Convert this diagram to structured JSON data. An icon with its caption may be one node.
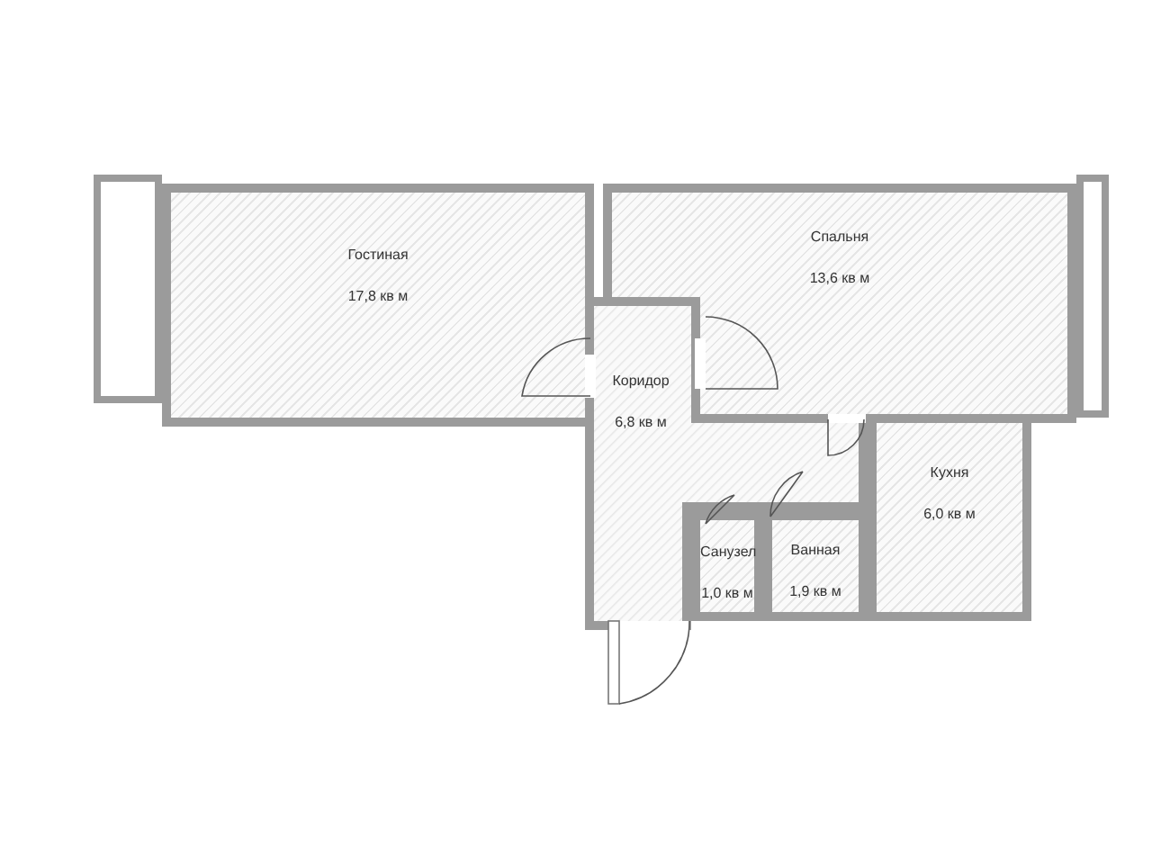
{
  "diagram": {
    "nodes": [
      {
        "text": [],
        "shape": "box"
      },
      {
        "text": [
          "Гостиная",
          "17,8 кв м"
        ]
      },
      {
        "text": [
          "Спальня",
          "13,6 кв м"
        ]
      },
      {
        "text": [],
        "shape": "box"
      },
      {
        "text": [
          "Коридор",
          "6,8 кв м"
        ]
      },
      {
        "text": [
          "Кухня",
          "6,0 кв м"
        ]
      },
      {
        "text": [
          "Санузел",
          "1,0 кв м"
        ]
      },
      {
        "text": [
          "Ванная",
          "1,9 кв м"
        ]
      }
    ]
  }
}
